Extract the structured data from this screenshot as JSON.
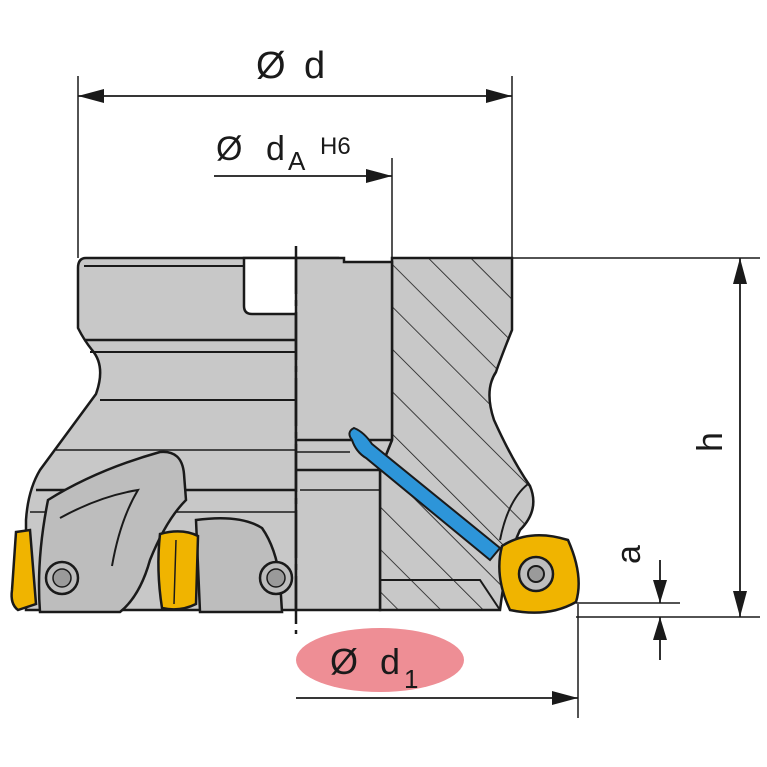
{
  "labels": {
    "dia_d": {
      "symbol": "Ø",
      "letter": "d"
    },
    "dia_dA": {
      "symbol": "Ø",
      "letter": "d",
      "subscript": "A",
      "tolerance": "H6"
    },
    "height": "h",
    "step": "a",
    "dia_d1": {
      "symbol": "Ø",
      "letter": "d",
      "subscript": "1"
    }
  },
  "colors": {
    "body": "#c8c8c8",
    "body_shadow": "#9a9a9a",
    "outline": "#1a1a1a",
    "insert": "#f0b400",
    "coolant": "#2d95d9",
    "highlight": "#ee8e95"
  }
}
